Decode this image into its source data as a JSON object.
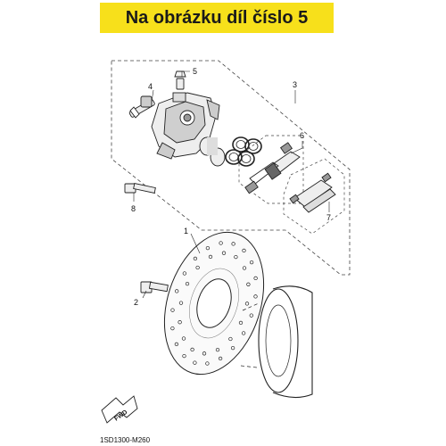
{
  "header": {
    "title": "Na obrázku díl číslo 5",
    "bg_color": "#f7e01b"
  },
  "callouts": [
    "1",
    "2",
    "3",
    "4",
    "5",
    "6",
    "7",
    "8"
  ],
  "fwd_label": "FWD",
  "diagram_code": "1SD1300-M260"
}
